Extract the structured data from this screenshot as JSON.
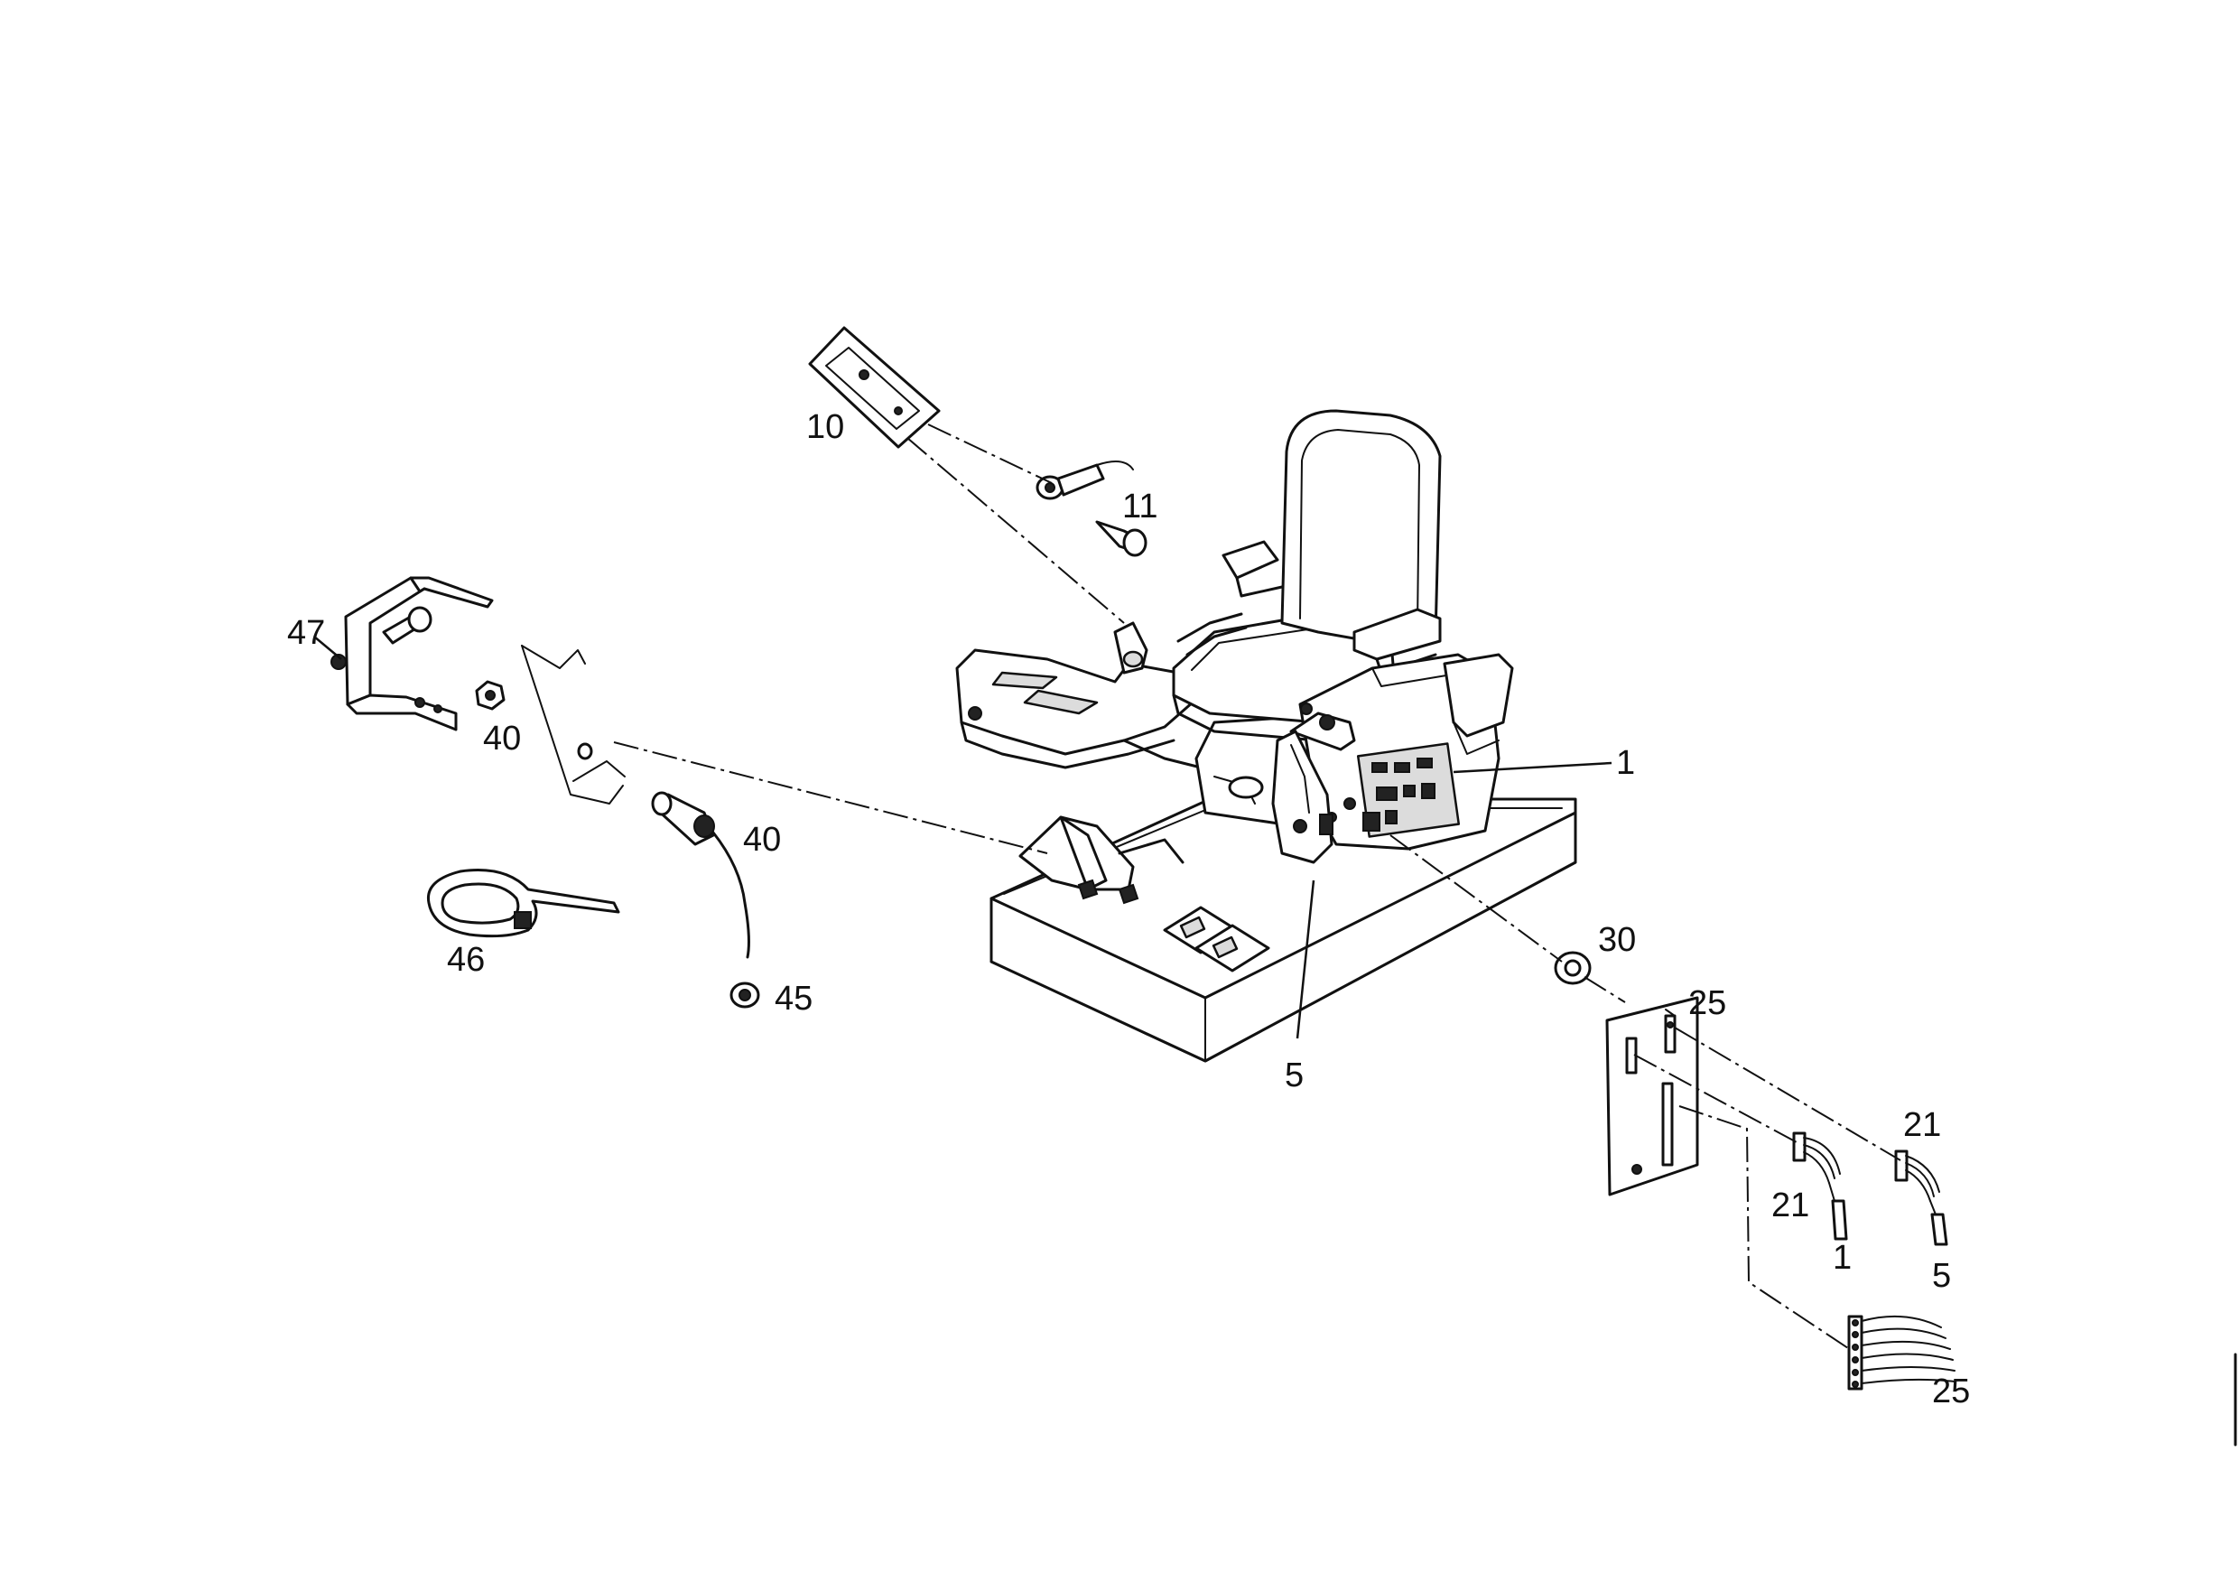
{
  "diagram": {
    "callouts": {
      "c10": "10",
      "c11": "11",
      "c47": "47",
      "c40a": "40",
      "c40b": "40",
      "c46": "46",
      "c45": "45",
      "c1": "1",
      "c5": "5",
      "c30": "30",
      "c25a": "25",
      "c21a": "21",
      "c21b": "21",
      "c1b": "1",
      "c5b": "5",
      "c25b": "25"
    }
  }
}
